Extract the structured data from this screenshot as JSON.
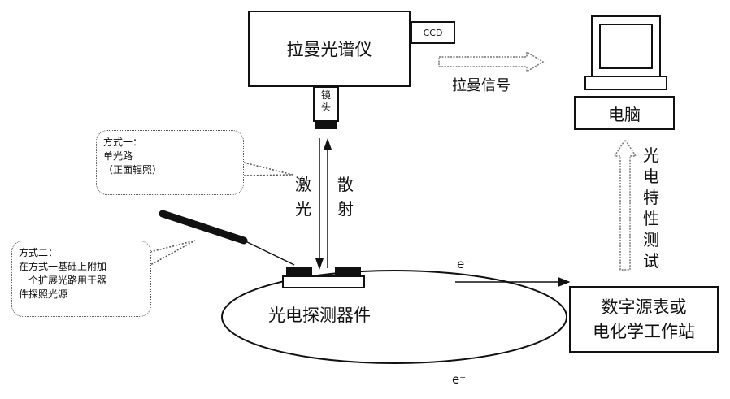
{
  "raman": {
    "label": "拉曼光谱仪",
    "ccd": "CCD",
    "lens": "镜头"
  },
  "raman_signal": "拉曼信号",
  "computer": {
    "label": "电脑"
  },
  "photo_test": [
    "光",
    "电",
    "特",
    "性",
    "测",
    "试"
  ],
  "laser": [
    "激",
    "光"
  ],
  "scatter": [
    "散",
    "射"
  ],
  "detector": {
    "label": "光电探测器件"
  },
  "source_meter": {
    "line1": "数字源表或",
    "line2": "电化学工作站"
  },
  "electron_top": "e⁻",
  "electron_bottom": "e⁻",
  "mode1": {
    "title": "方式一：",
    "line1": "单光路",
    "line2": "（正面辐照）"
  },
  "mode2": {
    "title": "方式二：",
    "line1": "在方式一基础上附加",
    "line2": "一个扩展光路用于器",
    "line3": "件探照光源"
  }
}
